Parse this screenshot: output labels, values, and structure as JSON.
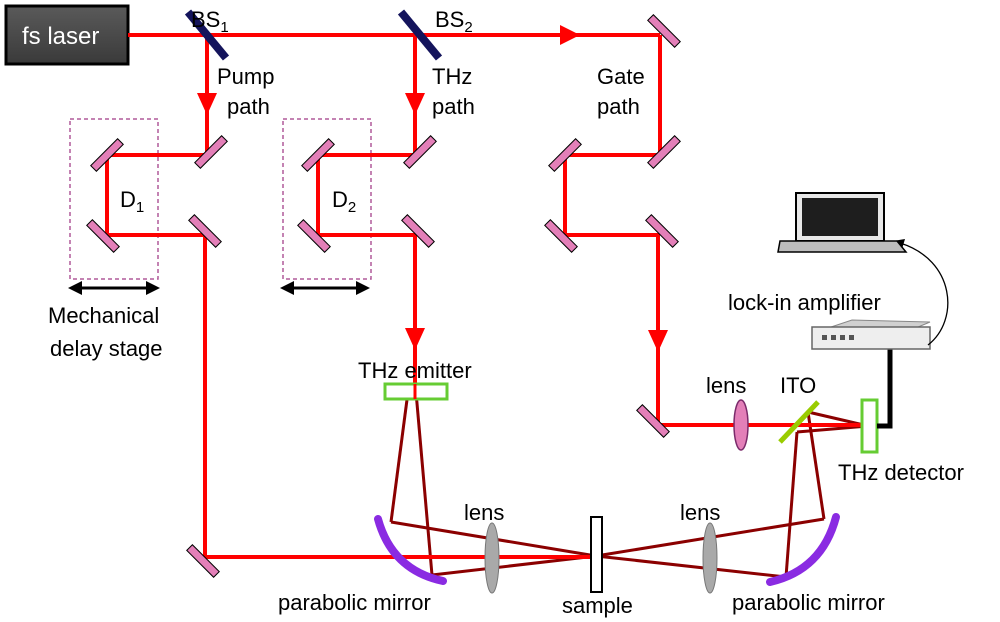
{
  "labels": {
    "laser": "fs laser",
    "bs1": {
      "main": "BS",
      "sub": "1"
    },
    "bs2": {
      "main": "BS",
      "sub": "2"
    },
    "pump_1": "Pump",
    "pump_2": "path",
    "thz_1": "THz",
    "thz_2": "path",
    "gate_1": "Gate",
    "gate_2": "path",
    "d1": {
      "main": "D",
      "sub": "1"
    },
    "d2": {
      "main": "D",
      "sub": "2"
    },
    "mech_1": "Mechanical",
    "mech_2": "delay stage",
    "emitter": "THz emitter",
    "lockin": "lock-in amplifier",
    "lens_gate": "lens",
    "ito": "ITO",
    "detector": "THz detector",
    "lens_left": "lens",
    "lens_right": "lens",
    "parabolic_left": "parabolic mirror",
    "sample": "sample",
    "parabolic_right": "parabolic mirror"
  },
  "colors": {
    "laser_beam": "#ff0000",
    "thz_beam": "#8b0000",
    "mirror": "#e37fb8",
    "beam_splitter": "#14145c",
    "parabolic": "#8a2be2",
    "emitter": "#66cc33",
    "ito": "#99cc00",
    "lens": "#a9a9a9",
    "stage_box": "#b05a9a"
  }
}
